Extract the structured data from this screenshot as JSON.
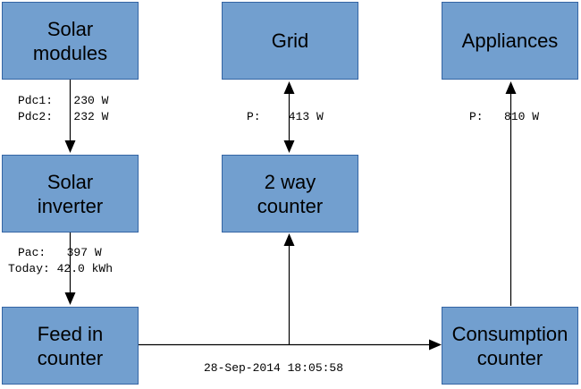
{
  "boxes": {
    "solar_modules": [
      "Solar",
      "modules"
    ],
    "solar_inverter": [
      "Solar",
      "inverter"
    ],
    "feed_in_counter": [
      "Feed in",
      "counter"
    ],
    "grid": [
      "Grid"
    ],
    "two_way_counter": [
      "2 way",
      "counter"
    ],
    "appliances": [
      "Appliances"
    ],
    "consumption_counter": [
      "Consumption",
      "counter"
    ]
  },
  "readings": {
    "pdc1": "Pdc1:   230 W",
    "pdc2": "Pdc2:   232 W",
    "pac": "Pac:   397 W",
    "today": "Today: 42.0 kWh",
    "grid_power": "P:    413 W",
    "consumption_power": "P:   810 W"
  },
  "timestamp": "28-Sep-2014 18:05:58",
  "colors": {
    "box_fill": "#729fcf",
    "box_border": "#3465a4",
    "line": "#000000"
  }
}
